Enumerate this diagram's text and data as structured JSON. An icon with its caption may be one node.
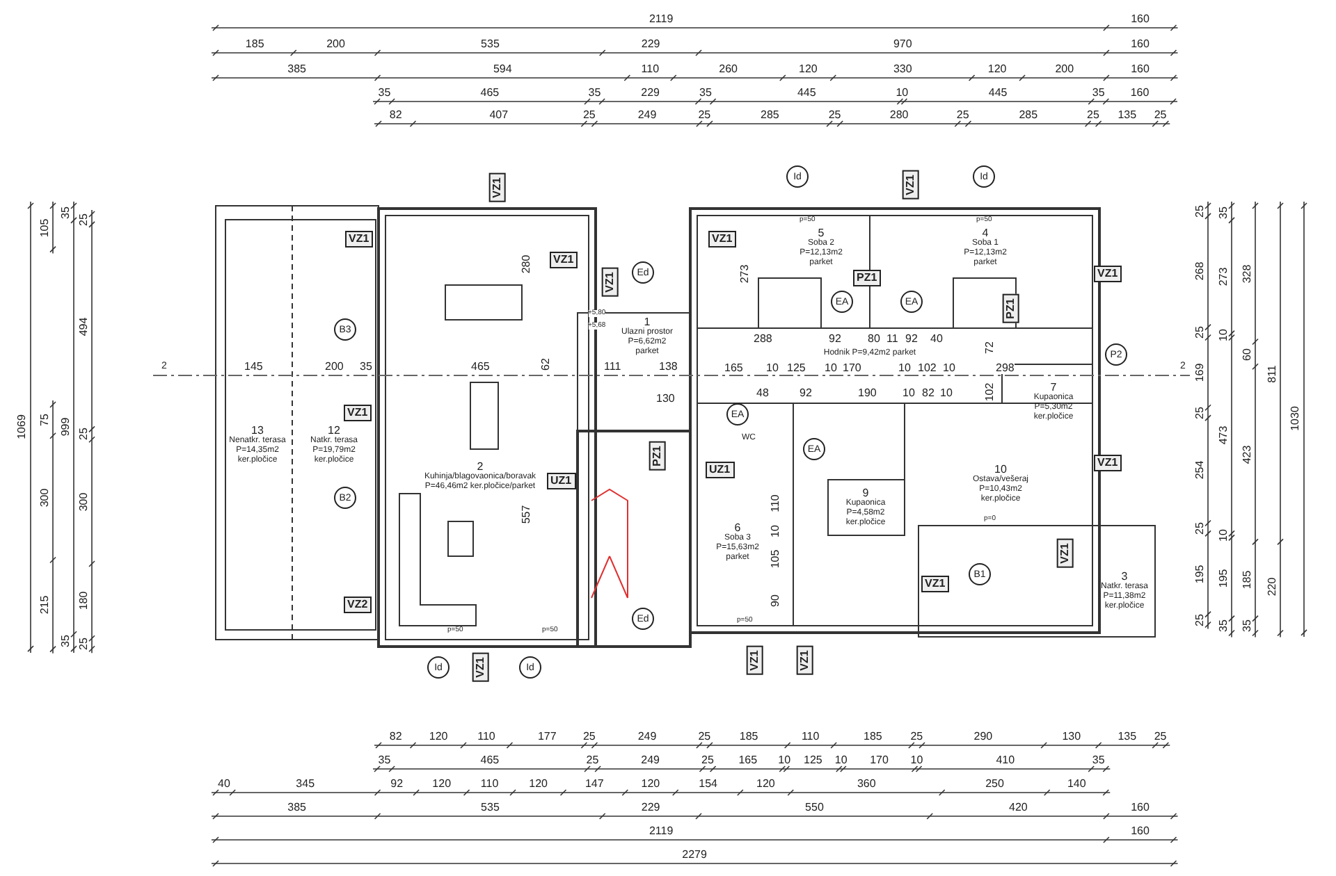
{
  "diagram": {
    "nodes": [
      {
        "text": [
          "13",
          "Nenatkr. terasa P=14,35m2 ker.pločice"
        ]
      },
      {
        "text": [
          "12",
          "Natkr. terasa P=19,79m2 ker.pločice"
        ]
      },
      {
        "text": [
          "2",
          "Kuhinja/blagovaonica/boravak P=46,46m2 ker.pločice/parket"
        ]
      },
      {
        "text": [
          "1",
          "Ulazni prostor P=6,62m2 parket"
        ]
      },
      {
        "text": [
          "5",
          "Soba 2 P=12,13m2 parket"
        ]
      },
      {
        "text": [
          "4",
          "Soba 1 P=12,13m2 parket"
        ]
      },
      {
        "text": [
          "Hodnik P=9,42m2 parket"
        ]
      },
      {
        "text": [
          "7",
          "Kupaonica P=5,30m2 ker.pločice"
        ]
      },
      {
        "text": [
          "WC"
        ]
      },
      {
        "text": [
          "9",
          "Kupaonica P=4,58m2 ker.pločice"
        ]
      },
      {
        "text": [
          "6",
          "Soba 3 P=15,63m2 parket"
        ]
      },
      {
        "text": [
          "10",
          "Ostava/vešeraj P=10,43m2 ker.pločice"
        ]
      },
      {
        "text": [
          "3",
          "Natkr. terasa P=11,38m2 ker.pločice"
        ]
      }
    ],
    "labels": [
      "2119",
      "160",
      "185",
      "200",
      "535",
      "229",
      "970",
      "160",
      "385",
      "594",
      "110",
      "260",
      "120",
      "330",
      "120",
      "200",
      "160",
      "35",
      "465",
      "35",
      "229",
      "35",
      "445",
      "10",
      "445",
      "35",
      "160",
      "82",
      "407",
      "25",
      "249",
      "25",
      "285",
      "25",
      "280",
      "25",
      "285",
      "25",
      "135",
      "25",
      "1069",
      "105",
      "35",
      "999",
      "35",
      "75",
      "300",
      "215",
      "25",
      "494",
      "25",
      "300",
      "180",
      "25",
      "25",
      "268",
      "25",
      "169",
      "25",
      "254",
      "25",
      "195",
      "25",
      "35",
      "273",
      "10",
      "473",
      "10",
      "195",
      "35",
      "328",
      "60",
      "423",
      "185",
      "35",
      "811",
      "220",
      "1030",
      "82",
      "120",
      "110",
      "177",
      "25",
      "249",
      "25",
      "185",
      "110",
      "185",
      "25",
      "290",
      "130",
      "135",
      "25",
      "35",
      "465",
      "25",
      "249",
      "25",
      "165",
      "10",
      "125",
      "10",
      "170",
      "10",
      "410",
      "35",
      "40",
      "345",
      "92",
      "120",
      "110",
      "120",
      "147",
      "120",
      "154",
      "120",
      "360",
      "250",
      "140",
      "385",
      "535",
      "229",
      "550",
      "420",
      "160",
      "2119",
      "160",
      "2279",
      "145",
      "200",
      "35",
      "465",
      "111",
      "138",
      "280",
      "557",
      "62",
      "130",
      "288",
      "92",
      "80",
      "11",
      "92",
      "40",
      "165",
      "10",
      "125",
      "10",
      "170",
      "10",
      "102",
      "10",
      "298",
      "48",
      "92",
      "190",
      "10",
      "82",
      "10",
      "273",
      "72",
      "102",
      "110",
      "10",
      "105",
      "90",
      "+5,80",
      "+5,68",
      "VZ1",
      "VZ1",
      "VZ1",
      "VZ1",
      "VZ1",
      "VZ2",
      "UZ1",
      "PZ1",
      "Ed",
      "Ed",
      "B3",
      "B2",
      "Id",
      "Id",
      "VZ1",
      "VZ1",
      "PZ1",
      "VZ1",
      "PZ1",
      "EA",
      "EA",
      "P2",
      "EA",
      "EA",
      "UZ1",
      "VZ1",
      "B1",
      "VZ1",
      "VZ1",
      "Id",
      "VZ1",
      "Id",
      "VZ1",
      "VZ1",
      "2",
      "2",
      "p=50",
      "p=50",
      "p=50",
      "p=50",
      "p=50",
      "p=0"
    ]
  }
}
